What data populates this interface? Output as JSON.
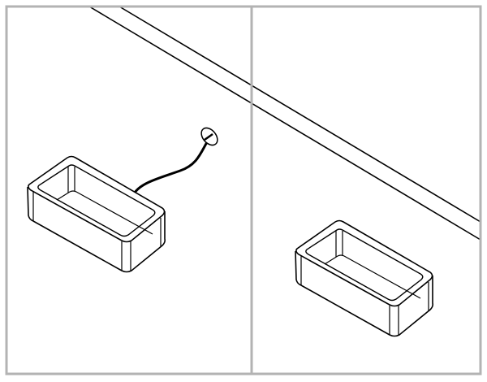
{
  "figure": {
    "panels": [
      {
        "id": "left",
        "content": "tray-with-cord"
      },
      {
        "id": "right",
        "content": "tray-without-cord"
      }
    ],
    "colors": {
      "frame": "#b3b3b3",
      "line": "#000000",
      "background": "#ffffff"
    }
  }
}
